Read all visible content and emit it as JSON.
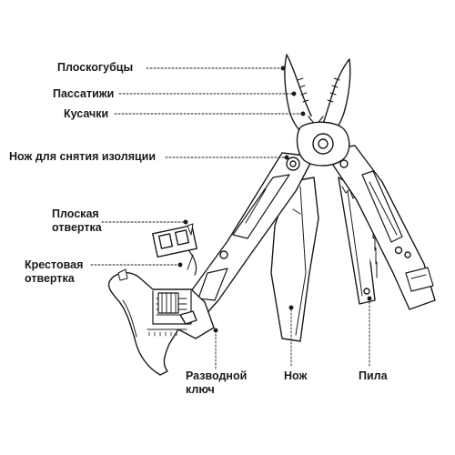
{
  "labels": {
    "pliers_nose": "Плоскогубцы",
    "pliers": "Пассатижи",
    "cutters": "Кусачки",
    "wire_stripper": "Нож для снятия изоляции",
    "flat_screwdriver_line1": "Плоская",
    "flat_screwdriver_line2": "отвертка",
    "phillips_line1": "Крестовая",
    "phillips_line2": "отвертка",
    "wrench_line1": "Разводной",
    "wrench_line2": "ключ",
    "knife": "Нож",
    "saw": "Пила"
  },
  "colors": {
    "line": "#1a1a1a",
    "fill": "#ffffff"
  }
}
